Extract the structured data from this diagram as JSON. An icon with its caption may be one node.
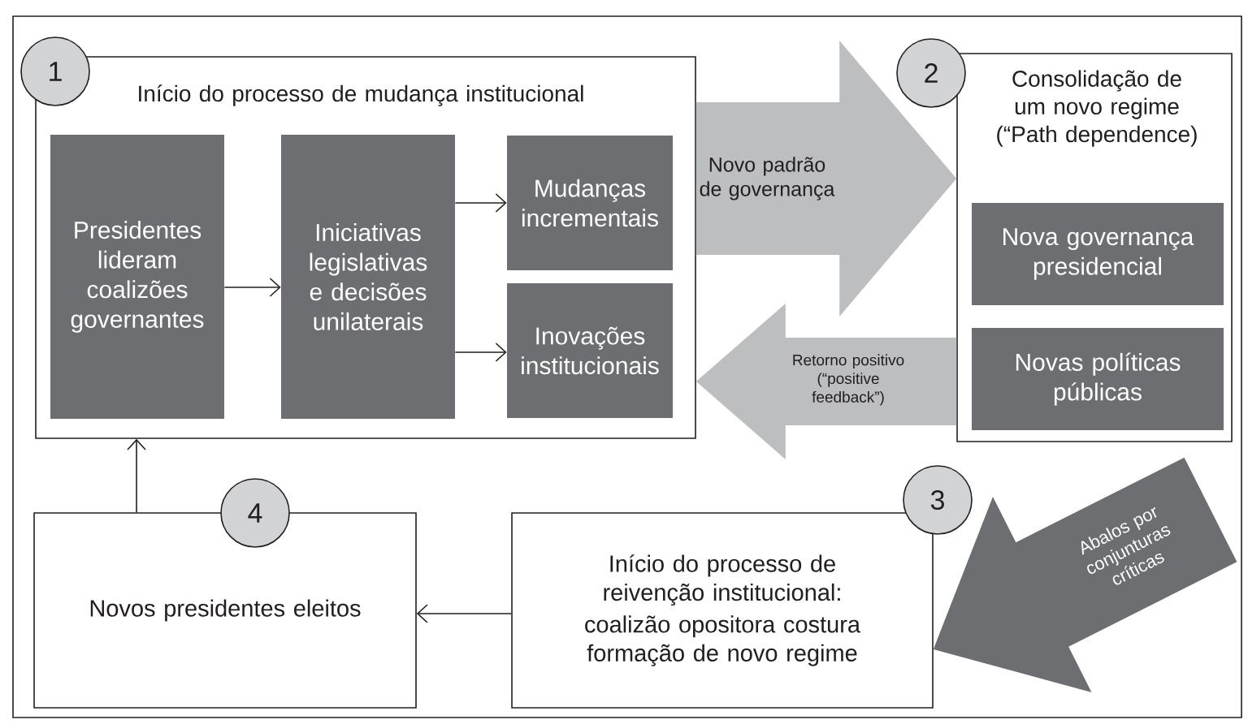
{
  "diagram": {
    "nodes": [
      {
        "text": [
          "Início do processo de mudança institucional"
        ]
      },
      {
        "text": [
          "1"
        ]
      },
      {
        "text": [
          "Presidentes lideram coalizões governantes"
        ],
        "in": 0
      },
      {
        "text": [
          "Iniciativas legislativas e decisões unilaterais"
        ],
        "in": 0
      },
      {
        "text": [
          "Mudanças incrementais"
        ],
        "in": 0
      },
      {
        "text": [
          "Inovações institucionais"
        ],
        "in": 0
      },
      {
        "text": [
          "Consolidação de um novo regime (“Path dependence)"
        ]
      },
      {
        "text": [
          "2"
        ]
      },
      {
        "text": [
          "Nova governança presidencial"
        ],
        "in": 6
      },
      {
        "text": [
          "Novas políticas públicas"
        ],
        "in": 6
      },
      {
        "text": [
          "3"
        ]
      },
      {
        "text": [
          "Início do processo de reivenção institucional:",
          "coalizão opositora costura formação de novo regime"
        ]
      },
      {
        "text": [
          "4"
        ]
      },
      {
        "text": [
          "Novos presidentes eleitos"
        ]
      }
    ],
    "edges": [
      {
        "from": 2,
        "to": 3,
        "arrow": "to"
      },
      {
        "from": 3,
        "to": 4,
        "arrow": "to"
      },
      {
        "from": 3,
        "to": 5,
        "arrow": "to"
      },
      {
        "from": 0,
        "to": 6,
        "arrow": "to",
        "label": "Novo padrão de governança",
        "style": "thick",
        "color": "#bcbec0"
      },
      {
        "from": 6,
        "to": 0,
        "arrow": "to",
        "label": "Retorno positivo (“positive feedback”)",
        "style": "thick",
        "color": "#bcbec0"
      },
      {
        "from": null,
        "to": 11,
        "arrow": "to",
        "label": "Abalos por conjunturas críticas",
        "style": "thick",
        "color": "#6d6e71"
      },
      {
        "from": 11,
        "to": 13,
        "arrow": "to"
      },
      {
        "from": 13,
        "to": 0,
        "arrow": "to"
      }
    ]
  }
}
